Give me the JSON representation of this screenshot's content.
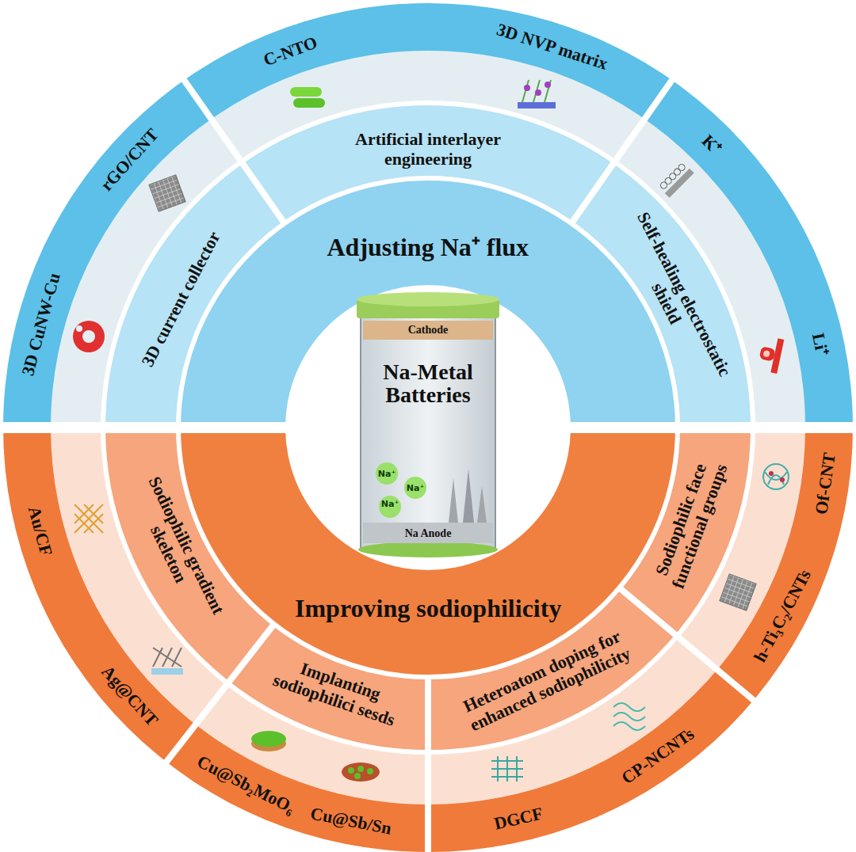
{
  "diagram": {
    "nodes": [
      {
        "text": [
          "Cathode",
          "Na-Metal Batteries",
          "Na Anode"
        ]
      },
      {
        "text": [
          "Adjusting Na⁺ flux"
        ]
      },
      {
        "text": [
          "3D current collector"
        ]
      },
      {
        "text": [
          "Artificial interlayer engineering"
        ]
      },
      {
        "text": [
          "Self-healing electrostatic shield"
        ]
      },
      {
        "text": [
          "3D CuNW-Cu"
        ]
      },
      {
        "text": [
          "rGO/CNT"
        ]
      },
      {
        "text": [
          "C-NTO"
        ]
      },
      {
        "text": [
          "3D NVP matrix"
        ]
      },
      {
        "text": [
          "K⁺"
        ]
      },
      {
        "text": [
          "Li⁺"
        ]
      },
      {
        "text": [
          "Improving sodiophilicity"
        ]
      },
      {
        "text": [
          "Sodiophilic gradient skeleton"
        ]
      },
      {
        "text": [
          "Implanting sodiophilici sesds"
        ]
      },
      {
        "text": [
          "Heteroatom doping for enhanced sodiophilicity"
        ]
      },
      {
        "text": [
          "Sodiophilic face functional groups"
        ]
      },
      {
        "text": [
          "Au/CF"
        ]
      },
      {
        "text": [
          "Ag@CNT"
        ]
      },
      {
        "text": [
          "Cu@Sb₂MoO₆"
        ]
      },
      {
        "text": [
          "Cu@Sb/Sn"
        ]
      },
      {
        "text": [
          "DGCF"
        ]
      },
      {
        "text": [
          "CP-NCNTs"
        ]
      },
      {
        "text": [
          "h-Ti₃C₂/CNTs"
        ]
      },
      {
        "text": [
          "Of-CNT"
        ]
      }
    ],
    "labels": [
      "Na⁺",
      "Na⁺",
      "Na⁺"
    ]
  }
}
